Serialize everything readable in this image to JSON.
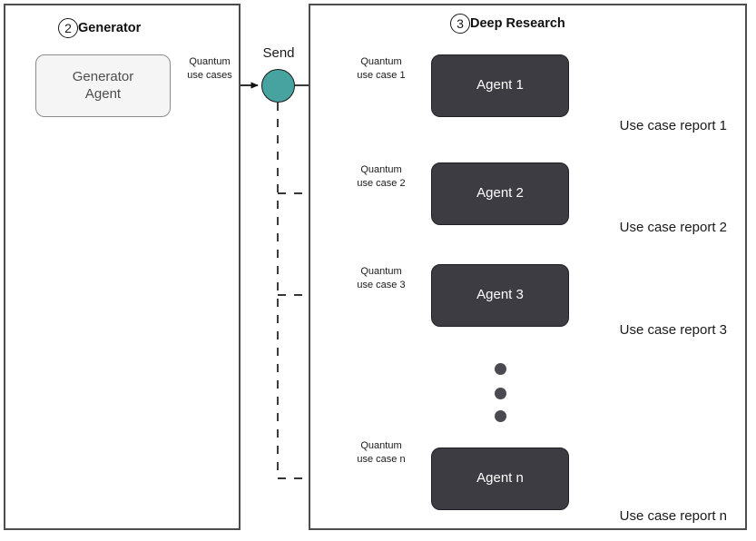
{
  "diagram": {
    "title_hidden": "",
    "colors": {
      "teal": "#46a3a0",
      "dark_box": "#3c3c42",
      "light_box": "#f5f5f5",
      "panel_border": "#4d4d4d",
      "dot": "#4a4a50"
    }
  },
  "panels": [
    {
      "id": "generator",
      "badge": "2",
      "title": "Generator"
    },
    {
      "id": "deep_research",
      "badge": "3",
      "title": "Deep Research"
    }
  ],
  "generator": {
    "agent_box": {
      "line1": "Generator",
      "line2": "Agent"
    },
    "out_edge_label": {
      "line1": "Quantum",
      "line2": "use cases"
    },
    "send_node": {
      "label": "Send",
      "icon": "send-circle-icon"
    }
  },
  "deep_research": {
    "rows": [
      {
        "in_label_line1": "Quantum",
        "in_label_line2": "use case 1",
        "agent": "Agent 1",
        "report_label": "Use case report 1",
        "report_icon": "document-icon"
      },
      {
        "in_label_line1": "Quantum",
        "in_label_line2": "use case 2",
        "agent": "Agent 2",
        "report_label": "Use case report 2",
        "report_icon": "document-icon"
      },
      {
        "in_label_line1": "Quantum",
        "in_label_line2": "use case 3",
        "agent": "Agent 3",
        "report_label": "Use case report 3",
        "report_icon": "document-icon"
      },
      {
        "in_label_line1": "Quantum",
        "in_label_line2": "use case n",
        "agent": "Agent n",
        "report_label": "Use case report n",
        "report_icon": "document-icon"
      }
    ],
    "ellipsis": {
      "icon": "vertical-ellipsis-icon",
      "count": 3
    }
  }
}
